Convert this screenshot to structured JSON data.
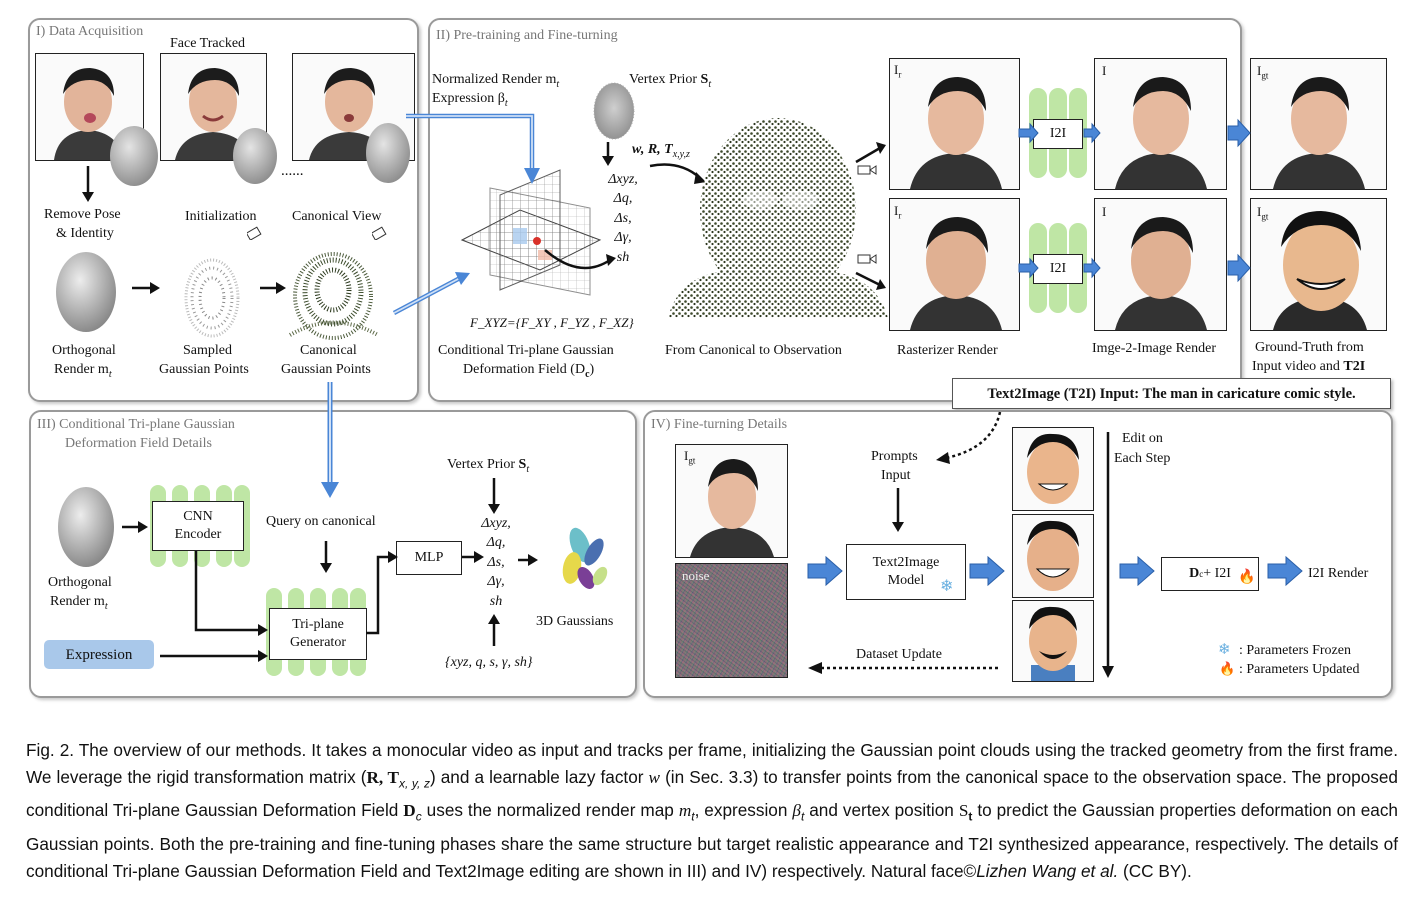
{
  "panels": {
    "p1": "I) Data Acquisition",
    "p2": "II) Pre-training and Fine-turning",
    "p3_line1": "III) Conditional Tri-plane Gaussian",
    "p3_line2": "Deformation Field Details",
    "p4": "IV) Fine-turning Details"
  },
  "p1": {
    "face_tracked": "Face Tracked",
    "dots": "......",
    "remove_pose_1": "Remove Pose",
    "remove_pose_2": "& Identity",
    "initialization": "Initialization",
    "canonical_view": "Canonical View",
    "ortho_1": "Orthogonal",
    "ortho_2": "Render m",
    "ortho_sub": "t",
    "sampled_1": "Sampled",
    "sampled_2": "Gaussian Points",
    "canon_1": "Canonical",
    "canon_2": "Gaussian Points"
  },
  "p2": {
    "norm_render": "Normalized Render m",
    "norm_sub": "t",
    "expression": "Expression β",
    "expr_sub": "t",
    "vertex_prior": "Vertex Prior",
    "vertex_s": "S",
    "vertex_sub": "t",
    "transform": "w, R, T",
    "transform_sub": "x,y,z",
    "deltas": [
      "Δxyz,",
      "Δq,",
      "Δs,",
      "Δγ,",
      "sh"
    ],
    "fxyz": "F_XYZ={F_XY , F_YZ , F_XZ}",
    "cond_1": "Conditional Tri-plane Gaussian",
    "cond_2": "Deformation Field (D",
    "cond_sub": "c",
    "cond_end": ")",
    "from_canon": "From Canonical to Observation",
    "ir": "I",
    "ir_sub": "r",
    "i": "I",
    "igt": "I",
    "igt_sub": "gt",
    "i2i": "I2I",
    "rasterizer": "Rasterizer Render",
    "img2img": "Imge-2-Image Render",
    "gt_1": "Ground-Truth from",
    "gt_2": "Input video and",
    "gt_bold": "T2I"
  },
  "t2i_banner": "Text2Image (T2I) Input: The man in caricature comic style.",
  "p3": {
    "cnn_1": "CNN",
    "cnn_2": "Encoder",
    "ortho_1": "Orthogonal",
    "ortho_2": "Render m",
    "ortho_sub": "t",
    "query": "Query on canonical",
    "triplane_1": "Tri-plane",
    "triplane_2": "Generator",
    "mlp": "MLP",
    "vertex_prior": "Vertex Prior",
    "vertex_s": "S",
    "vertex_sub": "t",
    "deltas": [
      "Δxyz,",
      "Δq,",
      "Δs,",
      "Δγ,",
      "sh"
    ],
    "gaussians": "3D Gaussians",
    "expression": "Expression",
    "params": "{xyz, q, s, γ, sh}"
  },
  "p4": {
    "igt": "I",
    "igt_sub": "gt",
    "noise": "noise",
    "prompts_1": "Prompts",
    "prompts_2": "Input",
    "t2i_1": "Text2Image",
    "t2i_2": "Model",
    "edit_1": "Edit on",
    "edit_2": "Each Step",
    "dc_i2i": "D",
    "dc_sub": "c",
    "dc_rest": "+ I2I",
    "i2i_render": "I2I Render",
    "dataset_update": "Dataset Update",
    "frozen": ": Parameters  Frozen",
    "updated": ": Parameters Updated"
  },
  "caption": {
    "lead": "Fig. 2.  The overview of our methods. It takes a monocular video as input and tracks per frame, initializing the Gaussian point clouds using the tracked geometry from the first frame. We leverage the rigid transformation matrix (",
    "rt": "R, T",
    "rt_sub": "x, y, z",
    "mid1": ") and a learnable lazy factor ",
    "w": "w",
    "mid2": " (in Sec. 3.3) to transfer points from the canonical space to the observation space. The proposed conditional Tri-plane Gaussian Deformation Field ",
    "dc": "D",
    "dc_sub": "c",
    "mid3": " uses the normalized render map ",
    "mt": "m",
    "mt_sub": "t",
    "mid4": ", expression ",
    "bt": "β",
    "bt_sub": "t",
    "mid5": " and vertex position ",
    "st": "S",
    "st_sub": "t",
    "mid6": " to predict the Gaussian properties deformation on each Gaussian points. Both the pre-training and fine-tuning phases share the same structure but target realistic appearance and T2I synthesized appearance, respectively. The details of conditional Tri-plane Gaussian Deformation Field and Text2Image editing are shown in III) and IV) respectively. Natural face©",
    "credit": "Lizhen Wang et al.",
    "end": " (CC BY)."
  },
  "colors": {
    "arrow_blue": "#4a86d6",
    "green": "#bfe6a5",
    "panel_border": "#9a9a9a",
    "expression_box": "#a9c8ea",
    "point_cloud": "#3e4a2c",
    "flame": "#e0442a",
    "snow": "#6ab0e0"
  }
}
